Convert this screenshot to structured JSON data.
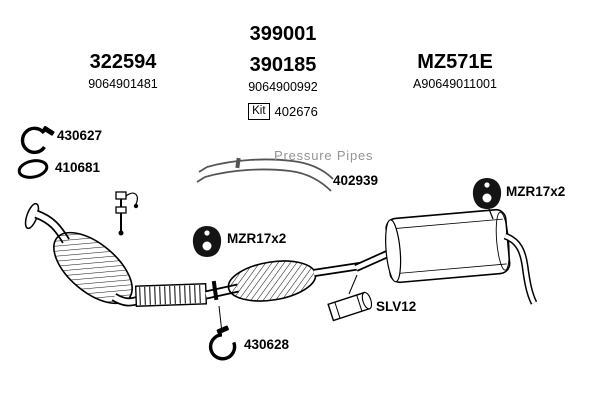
{
  "columns": {
    "front": {
      "part_number": "322594",
      "oe_number": "9064901481"
    },
    "middle": {
      "top_number": "399001",
      "part_number": "390185",
      "oe_number": "9064900992",
      "kit_label": "Kit",
      "kit_number": "402676"
    },
    "rear": {
      "part_number": "MZ571E",
      "oe_number": "A90649011001"
    }
  },
  "callouts": {
    "front_clamp": "430627",
    "gasket_ring": "410681",
    "pressure_pipes_label": "Pressure Pipes",
    "pressure_pipes_number": "402939",
    "middle_hanger": "MZR17x2",
    "rear_hanger": "MZR17x2",
    "sleeve": "SLV12",
    "bottom_clamp": "430628"
  },
  "icons": {
    "front_clamp": "pipe-clamp",
    "gasket_ring": "gasket-ring",
    "middle_hanger": "rubber-hanger",
    "rear_hanger": "rubber-hanger",
    "sleeve": "connector-sleeve",
    "bottom_clamp": "pipe-clamp",
    "sensor": "lambda-sensor"
  },
  "colors": {
    "ink": "#000000",
    "muted_text": "#949494",
    "background": "#ffffff"
  }
}
